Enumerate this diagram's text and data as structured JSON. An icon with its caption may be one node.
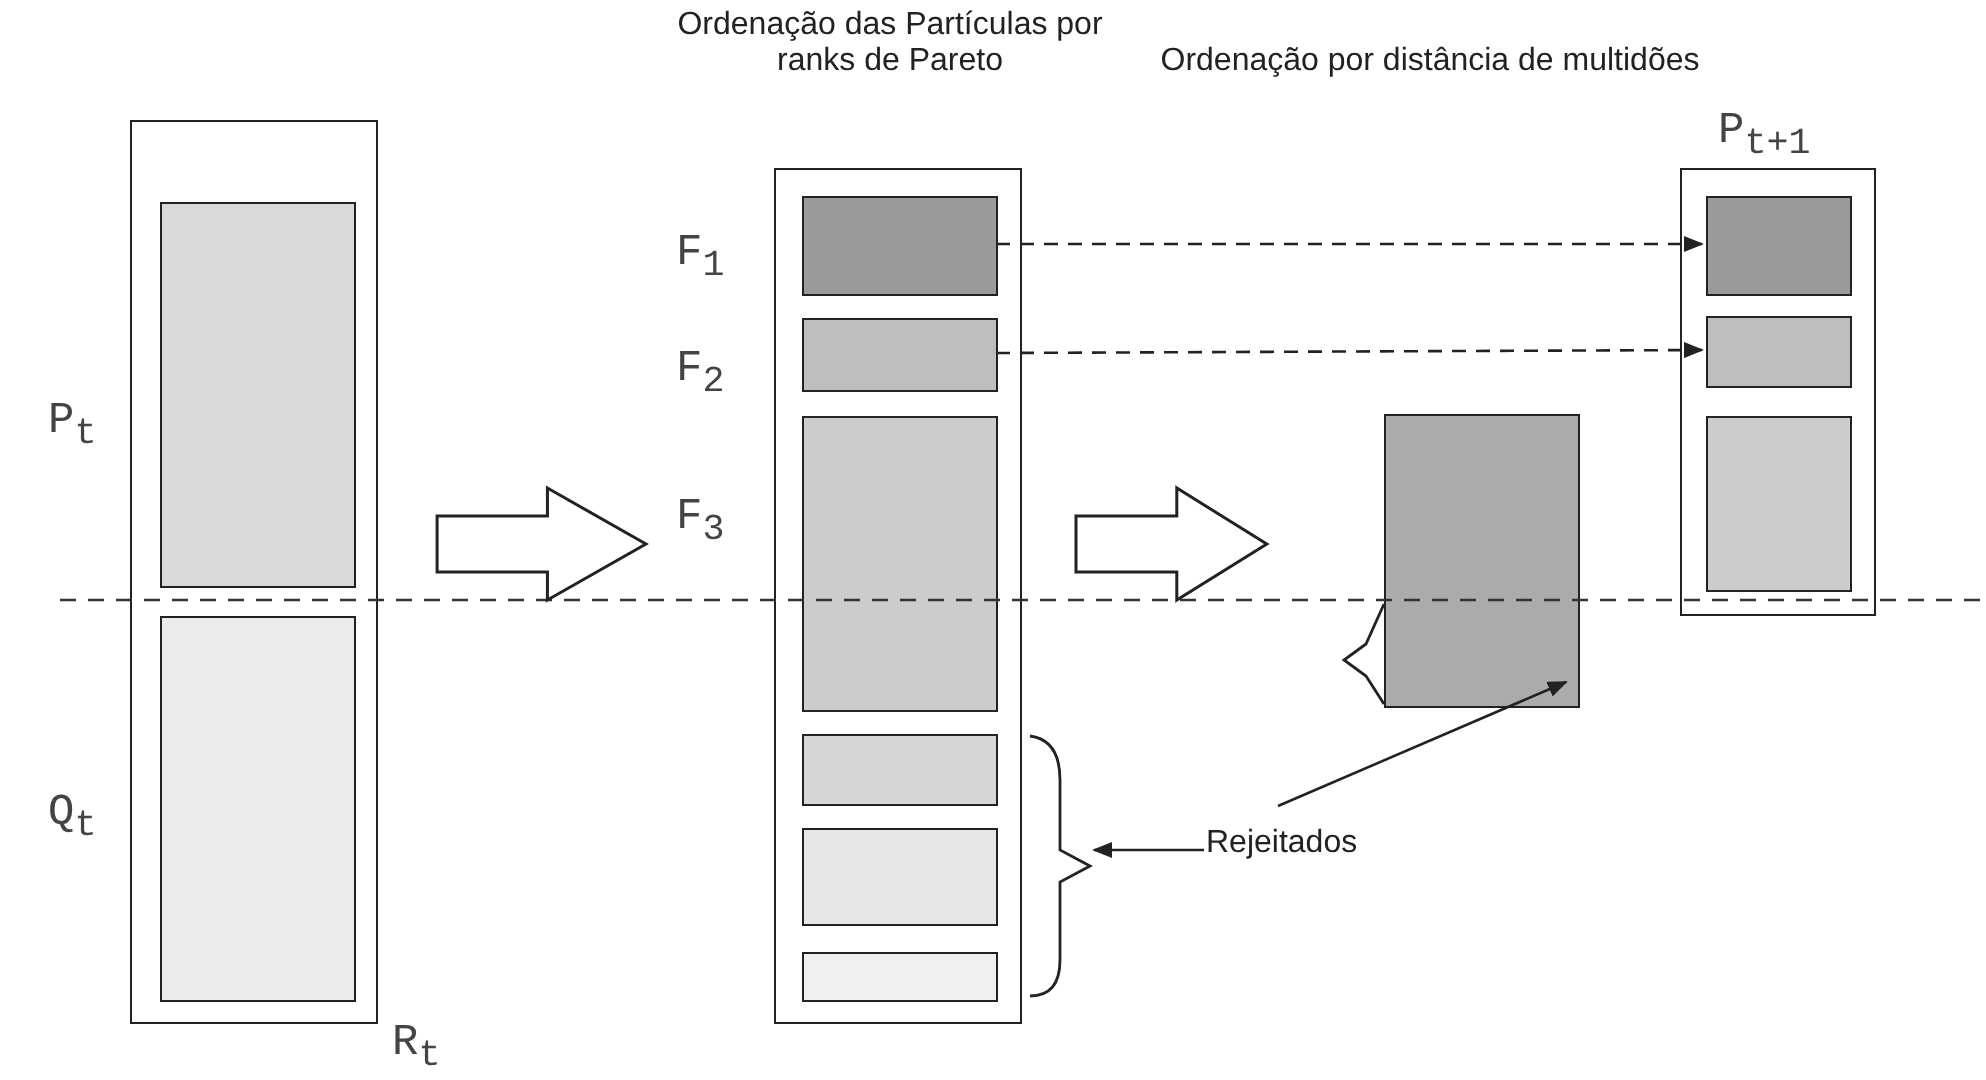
{
  "diagram": {
    "nodes": [
      {
        "text": [
          "R$_{t}$"
        ]
      },
      {
        "text": [
          "P$_{t}$"
        ],
        "in": 0
      },
      {
        "text": [
          "Q$_{t}$"
        ],
        "in": 0
      },
      {
        "text": [],
        "shape": "box"
      },
      {
        "text": [
          "F$_{1}$"
        ],
        "in": 3
      },
      {
        "text": [
          "F$_{2}$"
        ],
        "in": 3
      },
      {
        "text": [
          "F$_{3}$"
        ],
        "in": 3
      },
      {
        "text": [],
        "shape": "box",
        "in": 3
      },
      {
        "text": [],
        "shape": "box",
        "in": 3
      },
      {
        "text": [],
        "shape": "box",
        "in": 3
      },
      {
        "text": [],
        "shape": "box"
      },
      {
        "text": [
          "P$_{t+1}$"
        ]
      },
      {
        "text": [],
        "shape": "box",
        "in": 11
      },
      {
        "text": [],
        "shape": "box",
        "in": 11
      },
      {
        "text": [],
        "shape": "box",
        "in": 11
      },
      {
        "text": [
          "Rejeitados"
        ]
      }
    ],
    "edges": [
      {
        "from": 0,
        "to": 3,
        "arrow": "to",
        "style": "thick"
      },
      {
        "from": 3,
        "to": 10,
        "arrow": "to",
        "style": "thick"
      },
      {
        "from": 4,
        "to": 12,
        "arrow": "to",
        "style": "dashed"
      },
      {
        "from": 5,
        "to": 13,
        "arrow": "to",
        "style": "dashed"
      },
      {
        "from": 15,
        "to": 3,
        "arrow": "to"
      },
      {
        "from": 15,
        "to": 10,
        "arrow": "to"
      }
    ],
    "labels": [
      "Ordenação das Partículas por ranks de Pareto",
      "Ordenação por distância de multidões"
    ]
  }
}
